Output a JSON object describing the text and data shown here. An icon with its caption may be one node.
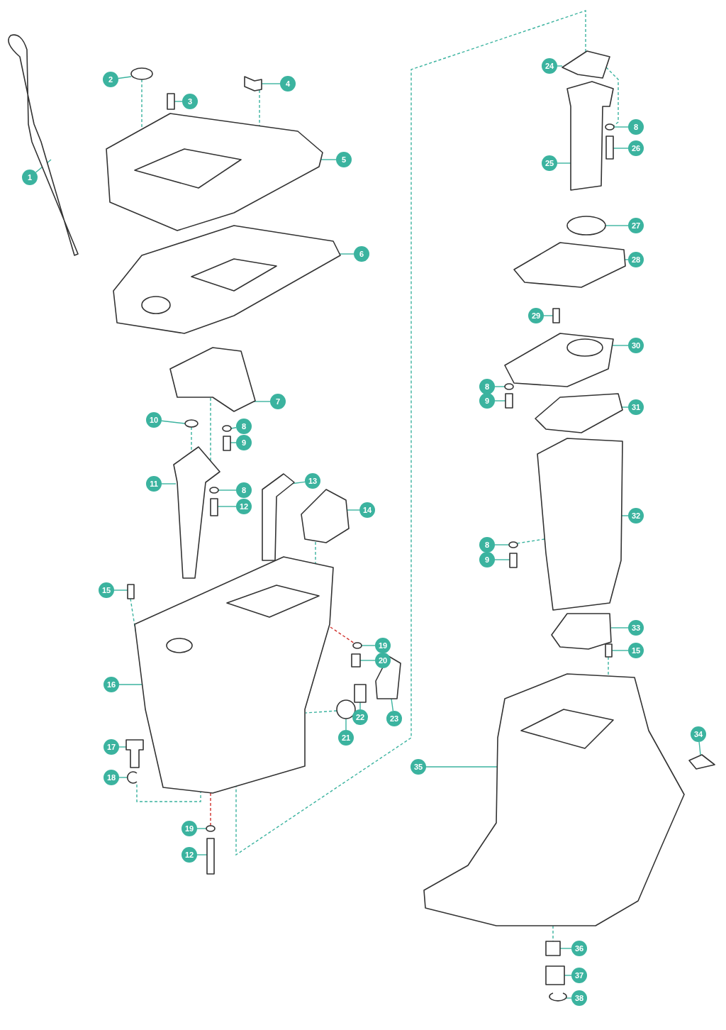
{
  "diagram": {
    "nodes": [
      {
        "text": [
          "1"
        ]
      },
      {
        "text": [
          "2"
        ]
      },
      {
        "text": [
          "3"
        ]
      },
      {
        "text": [
          "4"
        ]
      },
      {
        "text": [
          "5"
        ]
      },
      {
        "text": [
          "6"
        ]
      },
      {
        "text": [
          "7"
        ]
      },
      {
        "text": [
          "10"
        ]
      },
      {
        "text": [
          "8"
        ]
      },
      {
        "text": [
          "9"
        ]
      },
      {
        "text": [
          "11"
        ]
      },
      {
        "text": [
          "8"
        ]
      },
      {
        "text": [
          "12"
        ]
      },
      {
        "text": [
          "13"
        ]
      },
      {
        "text": [
          "14"
        ]
      },
      {
        "text": [
          "15"
        ]
      },
      {
        "text": [
          "16"
        ]
      },
      {
        "text": [
          "19"
        ]
      },
      {
        "text": [
          "20"
        ]
      },
      {
        "text": [
          "17"
        ]
      },
      {
        "text": [
          "22"
        ]
      },
      {
        "text": [
          "23"
        ]
      },
      {
        "text": [
          "21"
        ]
      },
      {
        "text": [
          "18"
        ]
      },
      {
        "text": [
          "19"
        ]
      },
      {
        "text": [
          "12"
        ]
      },
      {
        "text": [
          "24"
        ]
      },
      {
        "text": [
          "8"
        ]
      },
      {
        "text": [
          "26"
        ]
      },
      {
        "text": [
          "25"
        ]
      },
      {
        "text": [
          "27"
        ]
      },
      {
        "text": [
          "28"
        ]
      },
      {
        "text": [
          "29"
        ]
      },
      {
        "text": [
          "30"
        ]
      },
      {
        "text": [
          "8"
        ]
      },
      {
        "text": [
          "9"
        ]
      },
      {
        "text": [
          "31"
        ]
      },
      {
        "text": [
          "32"
        ]
      },
      {
        "text": [
          "8"
        ]
      },
      {
        "text": [
          "9"
        ]
      },
      {
        "text": [
          "33"
        ]
      },
      {
        "text": [
          "15"
        ]
      },
      {
        "text": [
          "34"
        ]
      },
      {
        "text": [
          "35"
        ]
      },
      {
        "text": [
          "36"
        ]
      },
      {
        "text": [
          "37"
        ]
      },
      {
        "text": [
          "38"
        ]
      },
      {
        "text": [],
        "shape": "picture"
      },
      {
        "text": [],
        "shape": "circle"
      },
      {
        "text": [],
        "shape": "box"
      },
      {
        "text": [],
        "shape": "picture"
      },
      {
        "text": [],
        "shape": "picture"
      },
      {
        "text": [],
        "shape": "picture"
      },
      {
        "text": [],
        "shape": "picture"
      },
      {
        "text": [],
        "shape": "circle"
      },
      {
        "text": [],
        "shape": "circle"
      },
      {
        "text": [],
        "shape": "box"
      },
      {
        "text": [],
        "shape": "picture"
      },
      {
        "text": [],
        "shape": "circle"
      },
      {
        "text": [],
        "shape": "box"
      },
      {
        "text": [],
        "shape": "picture"
      },
      {
        "text": [],
        "shape": "picture"
      },
      {
        "text": [],
        "shape": "box"
      },
      {
        "text": [],
        "shape": "picture"
      },
      {
        "text": [],
        "shape": "circle"
      },
      {
        "text": [],
        "shape": "box"
      },
      {
        "text": [],
        "shape": "picture"
      },
      {
        "text": [],
        "shape": "box"
      },
      {
        "text": [],
        "shape": "picture"
      },
      {
        "text": [],
        "shape": "circle"
      },
      {
        "text": [],
        "shape": "picture"
      },
      {
        "text": [],
        "shape": "circle"
      },
      {
        "text": [],
        "shape": "box"
      },
      {
        "text": [],
        "shape": "picture"
      },
      {
        "text": [],
        "shape": "circle"
      },
      {
        "text": [],
        "shape": "box"
      },
      {
        "text": [],
        "shape": "picture"
      },
      {
        "text": [],
        "shape": "circle"
      },
      {
        "text": [],
        "shape": "picture"
      },
      {
        "text": [],
        "shape": "box"
      },
      {
        "text": [],
        "shape": "picture"
      },
      {
        "text": [],
        "shape": "circle"
      },
      {
        "text": [],
        "shape": "box"
      },
      {
        "text": [],
        "shape": "picture"
      },
      {
        "text": [],
        "shape": "picture"
      },
      {
        "text": [],
        "shape": "circle"
      },
      {
        "text": [],
        "shape": "box"
      },
      {
        "text": [],
        "shape": "picture"
      },
      {
        "text": [],
        "shape": "box"
      },
      {
        "text": [],
        "shape": "picture"
      },
      {
        "text": [],
        "shape": "picture"
      },
      {
        "text": [],
        "shape": "box"
      },
      {
        "text": [],
        "shape": "box"
      },
      {
        "text": [],
        "shape": "picture"
      }
    ],
    "edges": [
      {
        "from": 0,
        "to": 47,
        "arrow": "none"
      },
      {
        "from": 1,
        "to": 48,
        "arrow": "none"
      },
      {
        "from": 2,
        "to": 49,
        "arrow": "none"
      },
      {
        "from": 3,
        "to": 50,
        "arrow": "none"
      },
      {
        "from": 4,
        "to": 51,
        "arrow": "none"
      },
      {
        "from": 5,
        "to": 52,
        "arrow": "none"
      },
      {
        "from": 6,
        "to": 53,
        "arrow": "none"
      },
      {
        "from": 7,
        "to": 54,
        "arrow": "none"
      },
      {
        "from": 8,
        "to": 55,
        "arrow": "none"
      },
      {
        "from": 9,
        "to": 56,
        "arrow": "none"
      },
      {
        "from": 10,
        "to": 57,
        "arrow": "none"
      },
      {
        "from": 11,
        "to": 58,
        "arrow": "none"
      },
      {
        "from": 12,
        "to": 59,
        "arrow": "none"
      },
      {
        "from": 13,
        "to": 60,
        "arrow": "none"
      },
      {
        "from": 14,
        "to": 61,
        "arrow": "none"
      },
      {
        "from": 15,
        "to": 62,
        "arrow": "none"
      },
      {
        "from": 16,
        "to": 63,
        "arrow": "none"
      },
      {
        "from": 17,
        "to": 64,
        "arrow": "none"
      },
      {
        "from": 18,
        "to": 65,
        "arrow": "none"
      },
      {
        "from": 19,
        "to": 66,
        "arrow": "none"
      },
      {
        "from": 20,
        "to": 67,
        "arrow": "none"
      },
      {
        "from": 21,
        "to": 68,
        "arrow": "none"
      },
      {
        "from": 22,
        "to": 69,
        "arrow": "none"
      },
      {
        "from": 23,
        "to": 70,
        "arrow": "none"
      },
      {
        "from": 24,
        "to": 71,
        "arrow": "none"
      },
      {
        "from": 25,
        "to": 72,
        "arrow": "none"
      },
      {
        "from": 26,
        "to": 73,
        "arrow": "none"
      },
      {
        "from": 27,
        "to": 74,
        "arrow": "none"
      },
      {
        "from": 28,
        "to": 75,
        "arrow": "none"
      },
      {
        "from": 29,
        "to": 76,
        "arrow": "none"
      },
      {
        "from": 30,
        "to": 77,
        "arrow": "none"
      },
      {
        "from": 31,
        "to": 78,
        "arrow": "none"
      },
      {
        "from": 32,
        "to": 79,
        "arrow": "none"
      },
      {
        "from": 33,
        "to": 80,
        "arrow": "none"
      },
      {
        "from": 34,
        "to": 81,
        "arrow": "none"
      },
      {
        "from": 35,
        "to": 82,
        "arrow": "none"
      },
      {
        "from": 36,
        "to": 83,
        "arrow": "none"
      },
      {
        "from": 37,
        "to": 84,
        "arrow": "none"
      },
      {
        "from": 38,
        "to": 85,
        "arrow": "none"
      },
      {
        "from": 39,
        "to": 86,
        "arrow": "none"
      },
      {
        "from": 40,
        "to": 87,
        "arrow": "none"
      },
      {
        "from": 41,
        "to": 88,
        "arrow": "none"
      },
      {
        "from": 42,
        "to": 89,
        "arrow": "none"
      },
      {
        "from": 43,
        "to": 90,
        "arrow": "none"
      },
      {
        "from": 44,
        "to": 91,
        "arrow": "none"
      },
      {
        "from": 45,
        "to": 92,
        "arrow": "none"
      },
      {
        "from": 46,
        "to": 93,
        "arrow": "none"
      },
      {
        "from": 48,
        "to": 51,
        "arrow": "none",
        "style": "dashed"
      },
      {
        "from": 50,
        "to": 51,
        "arrow": "none",
        "style": "dashed"
      },
      {
        "from": 54,
        "to": 57,
        "arrow": "none",
        "style": "dashed"
      },
      {
        "from": 53,
        "to": 57,
        "arrow": "none",
        "style": "dashed"
      },
      {
        "from": 61,
        "to": 63,
        "arrow": "none",
        "style": "dashed"
      },
      {
        "from": 62,
        "to": 63,
        "arrow": "none",
        "style": "dashed"
      },
      {
        "from": 63,
        "to": 70,
        "arrow": "none",
        "style": "dashed"
      },
      {
        "from": 69,
        "to": 63,
        "arrow": "none",
        "style": "dashed"
      },
      {
        "from": 73,
        "to": 74,
        "arrow": "none",
        "style": "dashed"
      },
      {
        "from": 73,
        "to": 63,
        "arrow": "none",
        "style": "dashed"
      },
      {
        "from": 84,
        "to": 85,
        "arrow": "none",
        "style": "dashed"
      },
      {
        "from": 88,
        "to": 90,
        "arrow": "none",
        "style": "dashed"
      },
      {
        "from": 90,
        "to": 91,
        "arrow": "none",
        "style": "dashed"
      },
      {
        "from": 63,
        "to": 71,
        "arrow": "none",
        "style": "dashed",
        "color": "#d0312d"
      },
      {
        "from": 63,
        "to": 64,
        "arrow": "none",
        "style": "dashed",
        "color": "#d0312d"
      }
    ]
  }
}
